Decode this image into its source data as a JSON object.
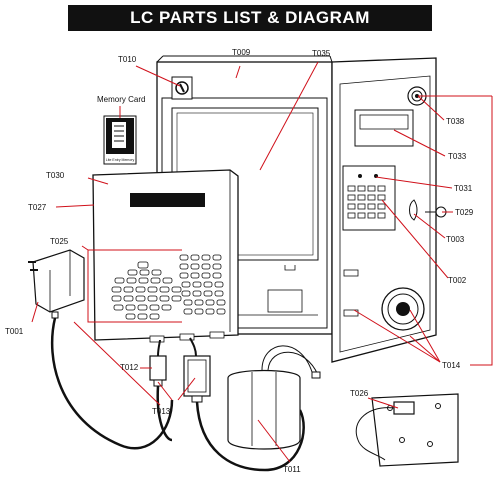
{
  "title": "LC PARTS LIST & DIAGRAM",
  "memory_card": {
    "label": "Memory Card",
    "card_text": "Lite Entry Memory"
  },
  "parts": {
    "T010": "T010",
    "T009": "T009",
    "T035": "T035",
    "T038": "T038",
    "T033": "T033",
    "T030": "T030",
    "T027": "T027",
    "T031": "T031",
    "T029": "T029",
    "T003": "T003",
    "T025": "T025",
    "T002": "T002",
    "T001": "T001",
    "T014": "T014",
    "T012": "T012",
    "T013": "T013",
    "T026": "T026",
    "T011": "T011"
  },
  "colors": {
    "leader": "#d0101a",
    "ink": "#111111",
    "title_bg": "#111111"
  }
}
